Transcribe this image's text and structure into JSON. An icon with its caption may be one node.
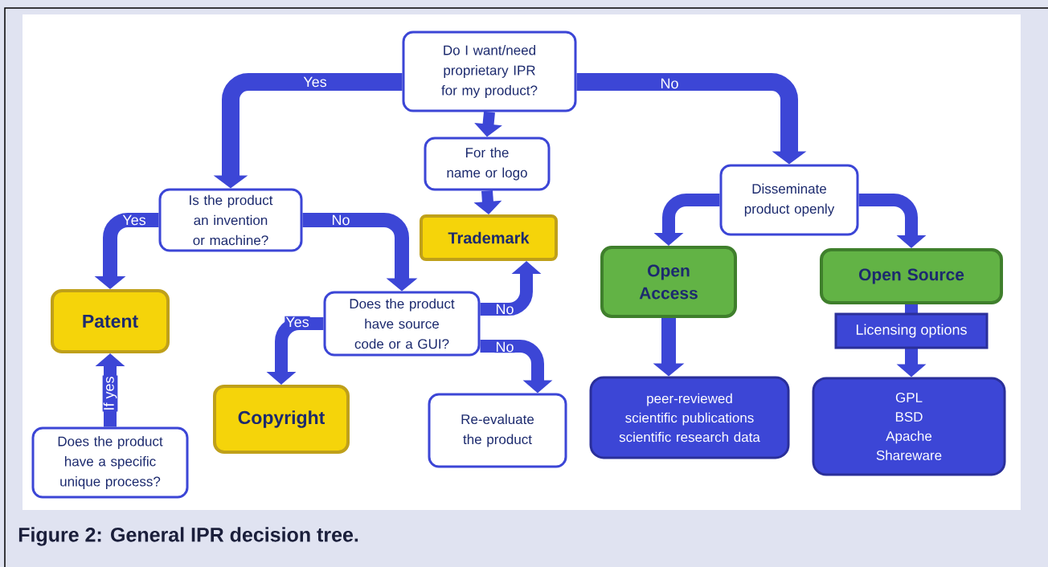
{
  "diagram": {
    "caption": "Figure 2: General IPR decision tree.",
    "nodes": [
      {
        "text": [
          "Do I want/need proprietary IPR for my product?"
        ]
      },
      {
        "text": [
          "For the name or logo"
        ]
      },
      {
        "text": [
          "Trademark"
        ]
      },
      {
        "text": [
          "Is the product an invention or machine?"
        ]
      },
      {
        "text": [
          "Disseminate product openly"
        ]
      },
      {
        "text": [
          "Patent"
        ]
      },
      {
        "text": [
          "Open Access"
        ]
      },
      {
        "text": [
          "Open Source"
        ]
      },
      {
        "text": [
          "Does the product have source code or a GUI?"
        ]
      },
      {
        "text": [
          "Copyright"
        ]
      },
      {
        "text": [
          "Re-evaluate the product"
        ]
      },
      {
        "text": [
          "peer-reviewed scientific publications",
          "scientific research data"
        ]
      },
      {
        "text": [
          "GPL",
          "BSD",
          "Apache",
          "Shareware"
        ]
      },
      {
        "text": [
          "Does the product have a specific unique process?"
        ]
      }
    ],
    "edges": [
      {
        "from": 0,
        "to": 3,
        "arrow": "to",
        "label": "Yes"
      },
      {
        "from": 0,
        "to": 1,
        "arrow": "to"
      },
      {
        "from": 0,
        "to": 4,
        "arrow": "to",
        "label": "No"
      },
      {
        "from": 1,
        "to": 2,
        "arrow": "to"
      },
      {
        "from": 3,
        "to": 5,
        "arrow": "to",
        "label": "Yes"
      },
      {
        "from": 3,
        "to": 8,
        "arrow": "to",
        "label": "No"
      },
      {
        "from": 4,
        "to": 6,
        "arrow": "to"
      },
      {
        "from": 4,
        "to": 7,
        "arrow": "to"
      },
      {
        "from": 8,
        "to": 9,
        "arrow": "to",
        "label": "Yes"
      },
      {
        "from": 8,
        "to": 2,
        "arrow": "to",
        "label": "No"
      },
      {
        "from": 8,
        "to": 10,
        "arrow": "to",
        "label": "No"
      },
      {
        "from": 13,
        "to": 5,
        "arrow": "to",
        "label": "If yes"
      },
      {
        "from": 6,
        "to": 11,
        "arrow": "to"
      },
      {
        "from": 7,
        "to": 12,
        "arrow": "to",
        "label": "Licensing options"
      }
    ]
  }
}
